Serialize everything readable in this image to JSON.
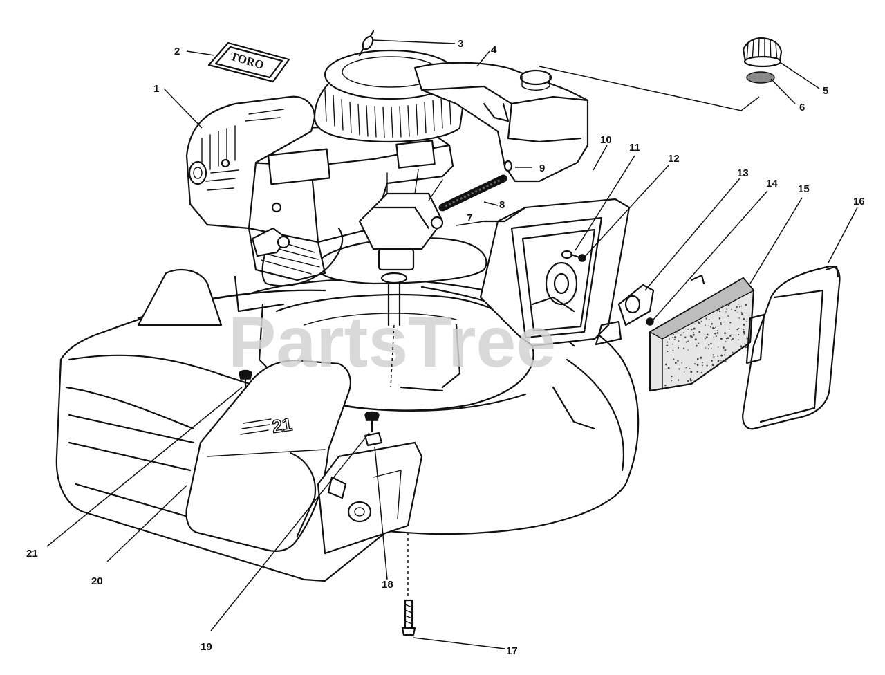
{
  "watermark": "PartsTree",
  "brand_plate_text": "TORO",
  "deck_marking": "21",
  "callouts": [
    "1",
    "2",
    "3",
    "4",
    "5",
    "6",
    "7",
    "8",
    "9",
    "10",
    "11",
    "12",
    "13",
    "14",
    "15",
    "16",
    "17",
    "18",
    "19",
    "20",
    "21"
  ]
}
